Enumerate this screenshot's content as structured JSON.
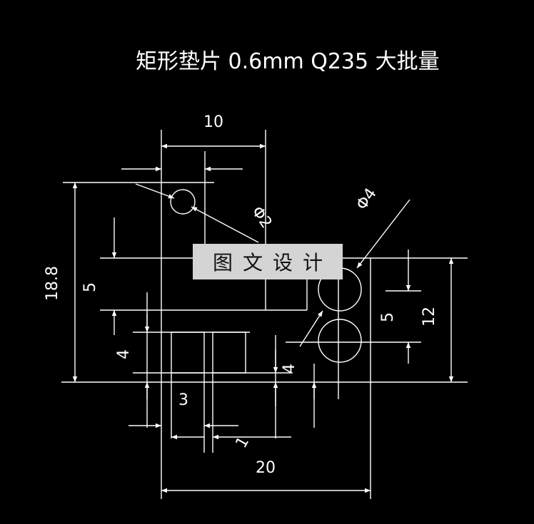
{
  "title": "矩形垫片  0.6mm    Q235   大批量",
  "watermark": "图文设计",
  "dimensions": {
    "top_width": "10",
    "hole_small_dia": "Φ2",
    "hole_large_dia": "Φ4",
    "overall_height": "18.8",
    "left_mid_height": "5",
    "left_slot_height": "4",
    "slot_width": "3",
    "right_slot_height": "4",
    "slot_gap": "1",
    "overall_width": "20",
    "right_hole_spacing": "5",
    "right_height": "12"
  },
  "colors": {
    "background": "#000000",
    "lines": "#ffffff",
    "watermark_bg": "#d4d4d4",
    "watermark_text": "#111111"
  }
}
